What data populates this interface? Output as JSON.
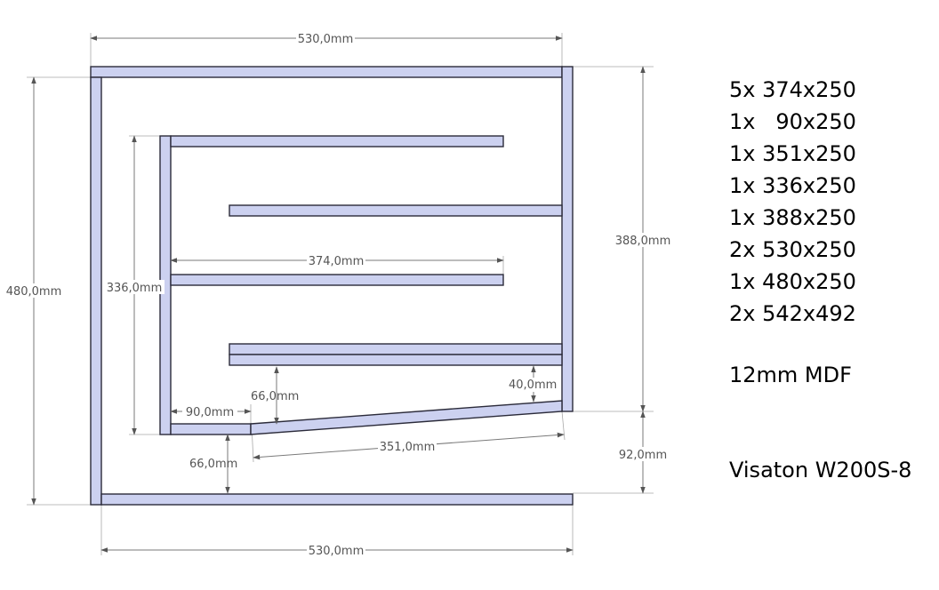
{
  "colors": {
    "panel_fill": "#ccd1f0",
    "panel_stroke": "#2b2b3a",
    "dimension_line": "#7a7a7a"
  },
  "dimensions": {
    "top_width": "530,0mm",
    "bottom_width": "530,0mm",
    "total_height": "480,0mm",
    "inner_height": "336,0mm",
    "right_height": "388,0mm",
    "port_height": "92,0mm",
    "shelf_length": "374,0mm",
    "foot_length": "90,0mm",
    "slope_length": "351,0mm",
    "gap_upper": "66,0mm",
    "gap_lower": "66,0mm",
    "gap_right": "40,0mm"
  },
  "parts_list": [
    "5x 374x250",
    "1x   90x250",
    "1x 351x250",
    "1x 336x250",
    "1x 388x250",
    "2x 530x250",
    "1x 480x250",
    "2x 542x492"
  ],
  "material": "12mm MDF",
  "driver": "Visaton W200S-8"
}
